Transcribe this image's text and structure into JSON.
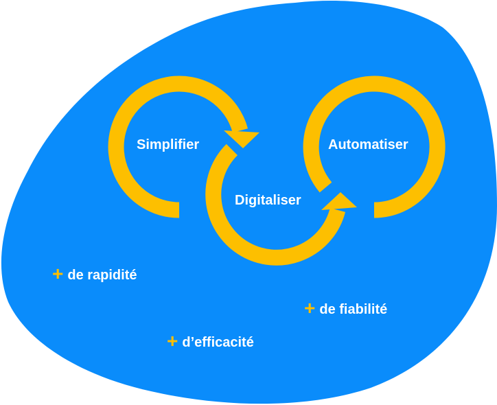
{
  "colors": {
    "background_blob": "#0a8cfb",
    "arrow": "#fdbf00",
    "text": "#ffffff",
    "plus": "#fdbf00"
  },
  "cycle": {
    "steps": [
      "Simplifier",
      "Digitaliser",
      "Automatiser"
    ]
  },
  "benefits": {
    "plus_icon": "plus-icon",
    "items": [
      "de rapidité",
      "de fiabilité",
      "d’efficacité"
    ],
    "plus_symbol": "+"
  }
}
